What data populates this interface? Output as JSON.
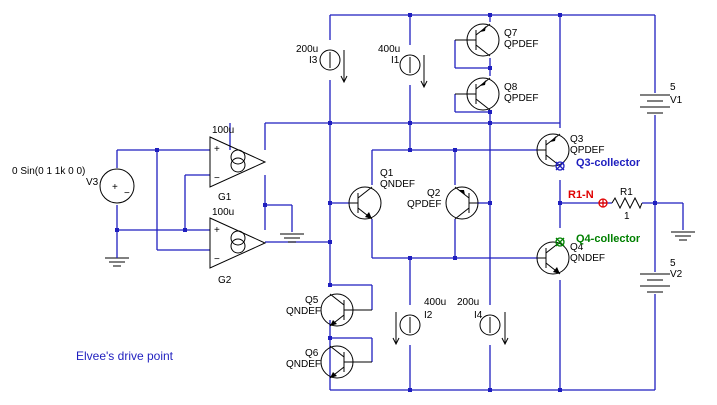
{
  "caption": "Elvee's drive point",
  "colors": {
    "wire": "#1f1fbf",
    "q3_probe": "#1f1fbf",
    "q4_probe": "#008000",
    "r1_probe": "#e00000",
    "caption": "#1f1fbf"
  },
  "probes": {
    "q3": "Q3-collector",
    "q4": "Q4-collector",
    "r1": "R1-N"
  },
  "source_v3": {
    "name": "V3",
    "value": "0 Sin(0 1 1k 0 0)"
  },
  "g1": {
    "name": "G1",
    "value": "100u"
  },
  "g2": {
    "name": "G2",
    "value": "100u"
  },
  "i1": {
    "name": "I1",
    "value": "400u"
  },
  "i2": {
    "name": "I2",
    "value": "400u"
  },
  "i3": {
    "name": "I3",
    "value": "200u"
  },
  "i4": {
    "name": "I4",
    "value": "200u"
  },
  "q1": {
    "name": "Q1",
    "model": "QNDEF"
  },
  "q2": {
    "name": "Q2",
    "model": "QPDEF"
  },
  "q3": {
    "name": "Q3",
    "model": "QPDEF"
  },
  "q4": {
    "name": "Q4",
    "model": "QNDEF"
  },
  "q5": {
    "name": "Q5",
    "model": "QNDEF"
  },
  "q6": {
    "name": "Q6",
    "model": "QNDEF"
  },
  "q7": {
    "name": "Q7",
    "model": "QPDEF"
  },
  "q8": {
    "name": "Q8",
    "model": "QPDEF"
  },
  "r1": {
    "name": "R1",
    "value": "1"
  },
  "v1": {
    "name": "V1",
    "value": "5"
  },
  "v2": {
    "name": "V2",
    "value": "5"
  }
}
